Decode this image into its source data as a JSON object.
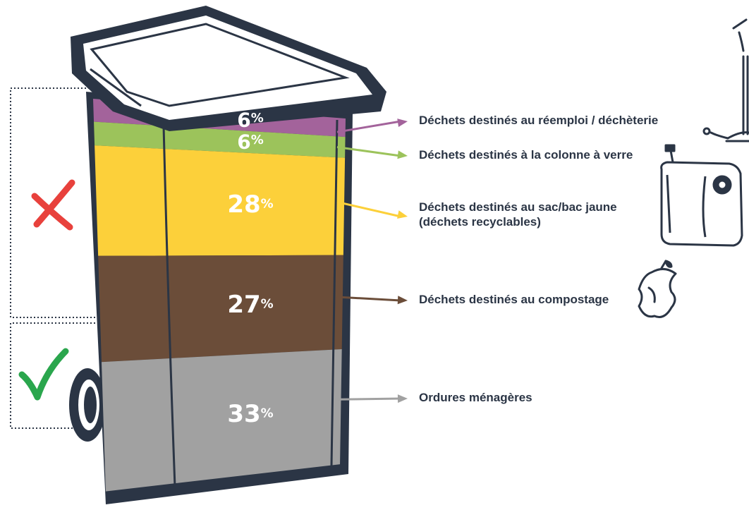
{
  "chart_data": {
    "type": "bar",
    "stacked": true,
    "categories": [
      "Déchets destinés au réemploi / déchèterie",
      "Déchets destinés à la colonne à verre",
      "Déchets destinés au sac/bac jaune (déchets recyclables)",
      "Déchets destinés au compostage",
      "Ordures ménagères"
    ],
    "values": [
      6,
      6,
      28,
      27,
      33
    ],
    "value_suffix": "%",
    "colors": [
      "#a3639b",
      "#9cc35b",
      "#fcd03a",
      "#6b4d39",
      "#a1a1a1"
    ],
    "groups": [
      {
        "status": "cross-mark",
        "color": "#e8413c",
        "members": [
          0,
          1,
          2,
          3
        ]
      },
      {
        "status": "check-mark",
        "color": "#2aa64d",
        "members": [
          4
        ]
      }
    ]
  },
  "labels": [
    {
      "lines": [
        "Déchets destinés au réemploi / déchèterie"
      ]
    },
    {
      "lines": [
        "Déchets destinés à la colonne à verre"
      ]
    },
    {
      "lines": [
        "Déchets destinés au sac/bac jaune",
        "(déchets recyclables)"
      ]
    },
    {
      "lines": [
        "Déchets destinés au compostage"
      ]
    },
    {
      "lines": [
        "Ordures ménagères"
      ]
    }
  ],
  "icons": [
    "floor-lamp-icon",
    "appliance-icon",
    "apple-core-icon",
    "cross-mark-icon",
    "check-mark-icon",
    "trash-bin-icon"
  ],
  "outline_color": "#2b3545"
}
